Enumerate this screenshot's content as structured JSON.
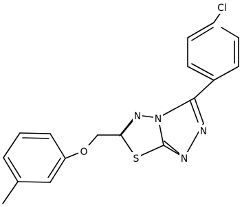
{
  "molecule": {
    "atoms": {
      "chlorine": "Cl",
      "oxygen": "O",
      "sulfur": "S",
      "nitrogen_1": "N",
      "nitrogen_2": "N",
      "nitrogen_3": "N",
      "nitrogen_4": "N"
    }
  },
  "colors": {
    "bond": "#000000",
    "label": "#000000",
    "background": "#ffffff"
  }
}
